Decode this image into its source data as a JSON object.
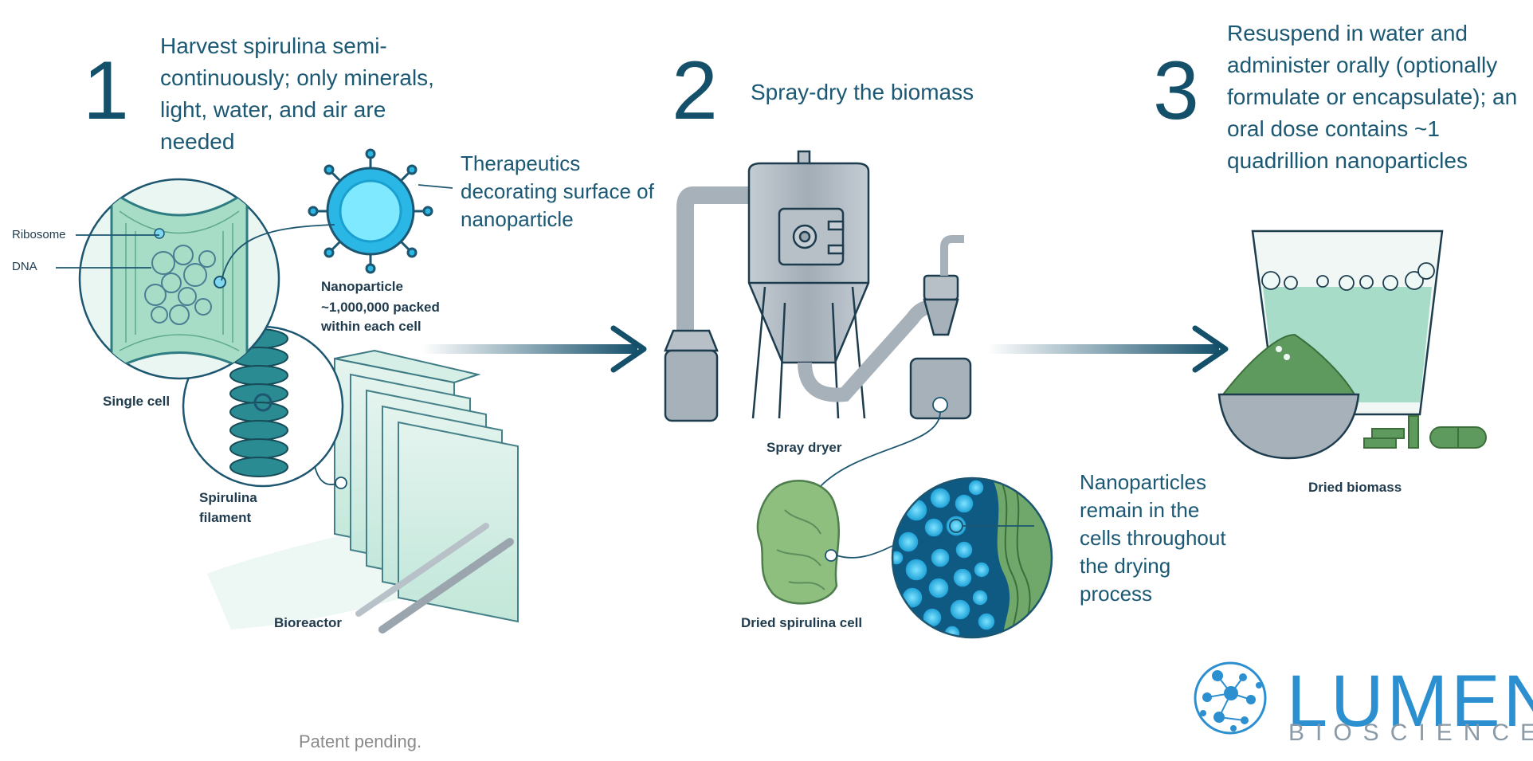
{
  "steps": [
    {
      "number": "1",
      "text": "Harvest spirulina semi-continuously; only minerals, light, water, and air are needed"
    },
    {
      "number": "2",
      "text": "Spray-dry the biomass"
    },
    {
      "number": "3",
      "text": "Resuspend in water and administer orally (optionally formulate or encapsulate); an oral dose contains ~1 quadrillion nanoparticles"
    }
  ],
  "callouts": {
    "therapeutics": "Therapeutics decorating surface of nanoparticle",
    "nanoparticle_title": "Nanoparticle",
    "nanoparticle_detail": "~1,000,000 packed within each cell",
    "remain": "Nanoparticles remain in the cells throughout the drying process"
  },
  "labels": {
    "ribosome": "Ribosome",
    "dna": "DNA",
    "single_cell": "Single cell",
    "spirulina_filament": "Spirulina filament",
    "bioreactor": "Bioreactor",
    "spray_dryer": "Spray dryer",
    "dried_cell": "Dried spirulina cell",
    "dried_biomass": "Dried biomass"
  },
  "footer": {
    "patent": "Patent pending."
  },
  "brand": {
    "name": "LUMEN",
    "sub": "BIOSCIENCE",
    "color": "#2c8fcf"
  },
  "colors": {
    "dark_teal": "#15506b",
    "cell_green": "#9fd8c4",
    "nano_blue": "#2bb7e6",
    "metal_gray": "#a7b1ba",
    "powder_green": "#5e9a5e"
  }
}
